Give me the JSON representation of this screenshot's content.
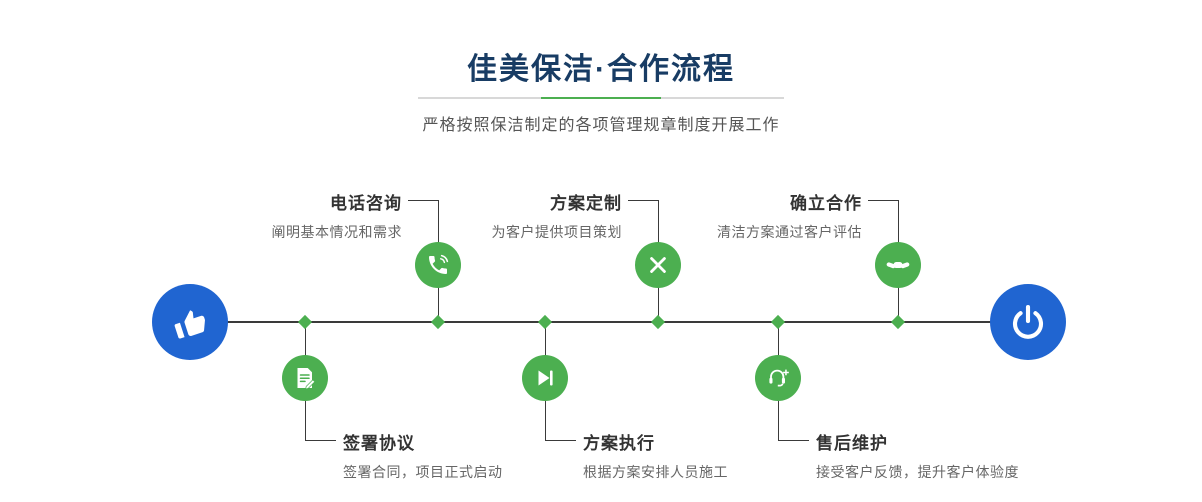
{
  "header": {
    "title": "佳美保洁·合作流程",
    "subtitle": "严格按照保洁制定的各项管理规章制度开展工作"
  },
  "steps": [
    {
      "id": "phone",
      "title": "电话咨询",
      "desc": "阐明基本情况和需求",
      "icon": "phone-icon",
      "position": "top"
    },
    {
      "id": "design",
      "title": "方案定制",
      "desc": "为客户提供项目策划",
      "icon": "design-tools-icon",
      "position": "top"
    },
    {
      "id": "handshake",
      "title": "确立合作",
      "desc": "清洁方案通过客户评估",
      "icon": "handshake-icon",
      "position": "top"
    },
    {
      "id": "contract",
      "title": "签署协议",
      "desc": "签署合同，项目正式启动",
      "icon": "contract-icon",
      "position": "bottom"
    },
    {
      "id": "execute",
      "title": "方案执行",
      "desc": "根据方案安排人员施工",
      "icon": "play-execute-icon",
      "position": "bottom"
    },
    {
      "id": "service",
      "title": "售后维护",
      "desc": "接受客户反馈，提升客户体验度",
      "icon": "headset-icon",
      "position": "bottom"
    }
  ],
  "endpoints": {
    "start_icon": "pointer-hand-icon",
    "end_icon": "power-icon"
  },
  "colors": {
    "accent_green": "#4caf50",
    "accent_blue": "#2065d1",
    "title_navy": "#183c64",
    "line_dark": "#3a3a3a"
  }
}
